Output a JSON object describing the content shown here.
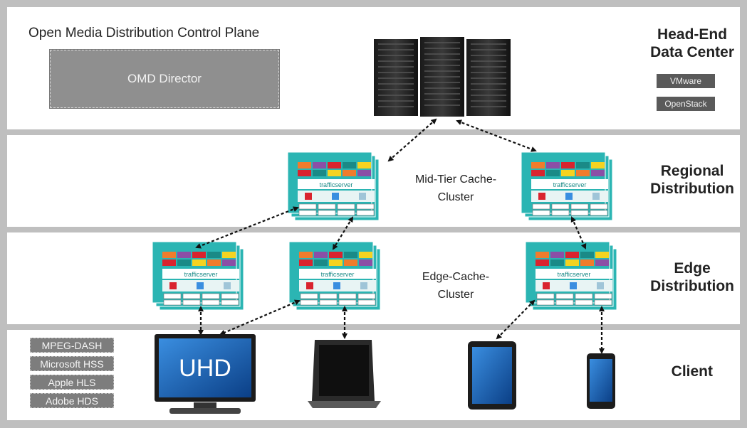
{
  "control_plane": {
    "title": "Open Media Distribution Control Plane",
    "director": "OMD Director"
  },
  "tiers": {
    "head_end": {
      "line1": "Head-End",
      "line2": "Data Center",
      "platforms": [
        "VMware",
        "OpenStack"
      ]
    },
    "regional": {
      "line1": "Regional",
      "line2": "Distribution"
    },
    "edge": {
      "line1": "Edge",
      "line2": "Distribution"
    },
    "client": {
      "label": "Client"
    }
  },
  "clusters": {
    "mid_tier": {
      "line1": "Mid-Tier Cache-",
      "line2": "Cluster"
    },
    "edge": {
      "line1": "Edge-Cache-",
      "line2": "Cluster"
    },
    "brand_text": "trafficserver"
  },
  "protocols": [
    "MPEG-DASH",
    "Microsoft HSS",
    "Apple HLS",
    "Adobe HDS"
  ],
  "devices": {
    "tv_label": "UHD"
  },
  "colors": {
    "cluster_fill": "#2bb5b3",
    "slot_colors": [
      "#f07c2c",
      "#8b4fa6",
      "#d9232e",
      "#1a8a87",
      "#f5d320"
    ],
    "background": "#bfbfbf"
  }
}
